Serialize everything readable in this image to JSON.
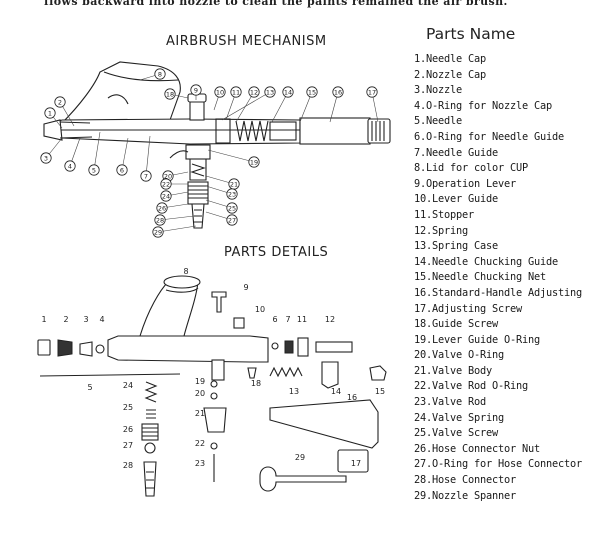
{
  "caption": "flows backward into nozzle to clean the paints remained the air brush.",
  "mechanism_heading": "AIRBRUSH MECHANISM",
  "details_heading": "PARTS DETAILS",
  "parts_title": "Parts Name",
  "parts": [
    "1.Needle Cap",
    "2.Nozzle Cap",
    "3.Nozzle",
    "4.O-Ring for Nozzle Cap",
    "5.Needle",
    "6.O-Ring for Needle Guide",
    "7.Needle Guide",
    "8.Lid for color CUP",
    "9.Operation Lever",
    "10.Lever Guide",
    "11.Stopper",
    "12.Spring",
    "13.Spring Case",
    "14.Needle Chucking Guide",
    "15.Needle Chucking Net",
    "16.Standard-Handle Adjusting",
    "17.Adjusting Screw",
    "18.Guide Screw",
    "19.Lever Guide O-Ring",
    "20.Valve O-Ring",
    "21.Valve Body",
    "22.Valve Rod O-Ring",
    "23.Valve Rod",
    "24.Valve Spring",
    "25.Valve Screw",
    "26.Hose Connector Nut",
    "27.O-Ring for Hose Connector",
    "28.Hose Connector",
    "29.Nozzle Spanner"
  ],
  "mechanism_callouts": [
    "1",
    "2",
    "3",
    "4",
    "5",
    "6",
    "7",
    "8",
    "9",
    "10",
    "11",
    "12",
    "13",
    "14",
    "15",
    "16",
    "17",
    "18",
    "19",
    "20",
    "21",
    "22",
    "23",
    "24",
    "25",
    "26",
    "27",
    "28",
    "29"
  ],
  "detail_labels": [
    "1",
    "2",
    "3",
    "4",
    "5",
    "6",
    "7",
    "8",
    "9",
    "10",
    "11",
    "12",
    "13",
    "14",
    "15",
    "16",
    "17",
    "18",
    "19",
    "20",
    "21",
    "22",
    "23",
    "24",
    "25",
    "26",
    "27",
    "28",
    "29"
  ]
}
